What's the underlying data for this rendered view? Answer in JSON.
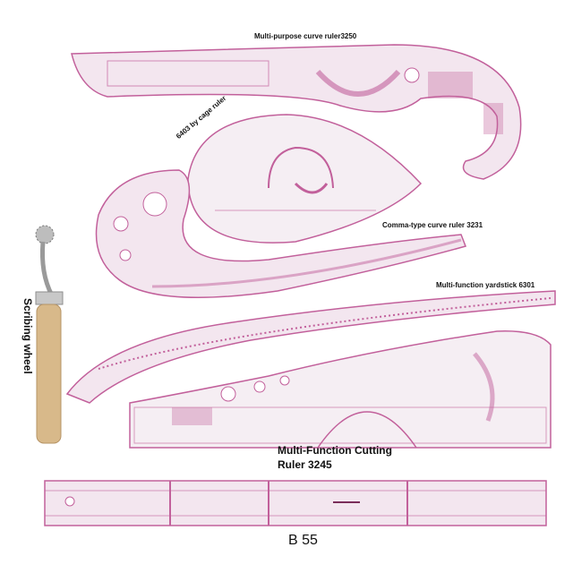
{
  "labels": {
    "multi_purpose": "Multi-purpose curve ruler3250",
    "cage_ruler": "6403 by cage ruler",
    "comma_type": "Comma-type curve ruler 3231",
    "yardstick": "Multi-function yardstick 6301",
    "scribing_wheel": "Scribing wheel",
    "cutting_ruler_line1": "Multi-Function Cutting",
    "cutting_ruler_line2": "Ruler 3245",
    "model_code": "B  55"
  },
  "colors": {
    "ruler_pink": "#c2609b",
    "ruler_light": "#f3e6ef",
    "wood": "#d8b98a",
    "metal": "#9a9a9a"
  }
}
